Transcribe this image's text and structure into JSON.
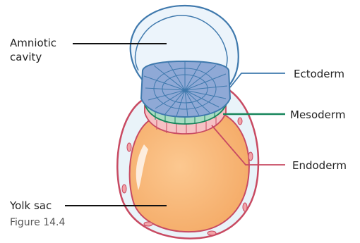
{
  "labels": {
    "amniotic_cavity": "Amniotic\ncavity",
    "ectoderm": "Ectoderm",
    "mesoderm": "Mesoderm",
    "endoderm": "Endoderm",
    "yolk_sac": "Yolk sac"
  },
  "caption": "Figure 14.4",
  "colors": {
    "ectoderm": "#3f79ad",
    "mesoderm": "#17855b",
    "endoderm": "#c84a62",
    "yolk_fill": "#f9b978",
    "amnion_fill": "#ecf4fb",
    "disc_fill": "#8fa9d6"
  }
}
